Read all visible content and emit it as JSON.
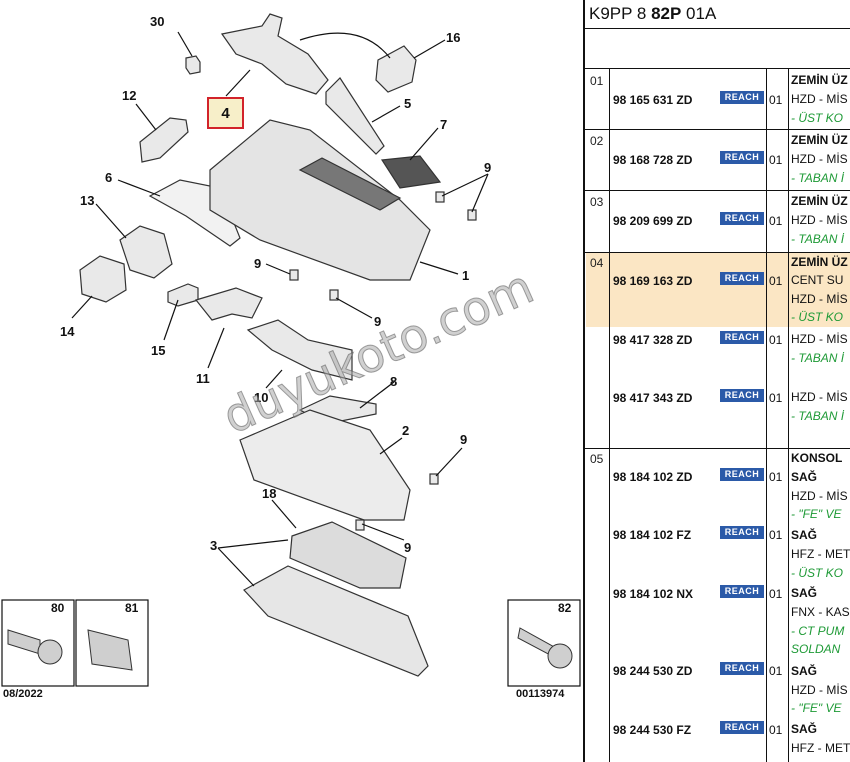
{
  "diagram": {
    "callouts": {
      "c30": "30",
      "c16": "16",
      "c12": "12",
      "c4": "4",
      "c5": "5",
      "c7": "7",
      "c6": "6",
      "c13": "13",
      "c9a": "9",
      "c9b": "9",
      "c9c": "9",
      "c1": "1",
      "c14": "14",
      "c15": "15",
      "c11": "11",
      "c10": "10",
      "c8": "8",
      "c2": "2",
      "c9d": "9",
      "c18": "18",
      "c9e": "9",
      "c3": "3"
    },
    "boxes": {
      "b80": "80",
      "b81": "81",
      "b82": "82",
      "date": "08/2022",
      "code": "00113974"
    },
    "watermark": "duyukoto.com",
    "highlight_color": "#d2232a"
  },
  "panel": {
    "header_pre": "K9PP 8 ",
    "header_bold": "82P",
    "header_post": " 01A",
    "reach_label": "REACH",
    "reach_color": "#2b5aa8",
    "highlight_row_color": "#fbe6c4",
    "rows": [
      {
        "num": "01",
        "part": "98 165 631 ZD",
        "qty": "01",
        "d1": "ZEMİN ÜZ",
        "d2": "HZD - MİS",
        "d3": "- ÜST KO"
      },
      {
        "num": "02",
        "part": "98 168 728 ZD",
        "qty": "01",
        "d1": "ZEMİN ÜZ",
        "d2": "HZD - MİS",
        "d3": "- TABAN İ"
      },
      {
        "num": "03",
        "part": "98 209 699 ZD",
        "qty": "01",
        "d1": "ZEMİN ÜZ",
        "d2": "HZD - MİS",
        "d3": "- TABAN İ"
      },
      {
        "num": "04",
        "part": "98 169 163 ZD",
        "qty": "01",
        "d1": "ZEMİN ÜZ",
        "d2": "CENT SU",
        "d2b": "HZD - MİS",
        "d3": "- ÜST KO"
      },
      {
        "num": "",
        "part": "98 417 328 ZD",
        "qty": "01",
        "d2": "HZD - MİS",
        "d3": "- TABAN İ"
      },
      {
        "num": "",
        "part": "98 417 343 ZD",
        "qty": "01",
        "d2": "HZD - MİS",
        "d3": "- TABAN İ"
      },
      {
        "num": "05",
        "part": "98 184 102 ZD",
        "qty": "01",
        "d1": "KONSOL",
        "d1b": "SAĞ",
        "d2": "HZD - MİS",
        "d3": "- \"FE\" VE"
      },
      {
        "num": "",
        "part": "98 184 102 FZ",
        "qty": "01",
        "d1b": "SAĞ",
        "d2": "HFZ - MET",
        "d3": "- ÜST KO"
      },
      {
        "num": "",
        "part": "98 184 102 NX",
        "qty": "01",
        "d1b": "SAĞ",
        "d2": "FNX - KAS",
        "d3": "- CT PUM",
        "d4": "SOLDAN"
      },
      {
        "num": "",
        "part": "98 244 530 ZD",
        "qty": "01",
        "d1b": "SAĞ",
        "d2": "HZD - MİS",
        "d3": "- \"FE\" VE"
      },
      {
        "num": "",
        "part": "98 244 530 FZ",
        "qty": "01",
        "d1b": "SAĞ",
        "d2": "HFZ - MET"
      }
    ]
  }
}
